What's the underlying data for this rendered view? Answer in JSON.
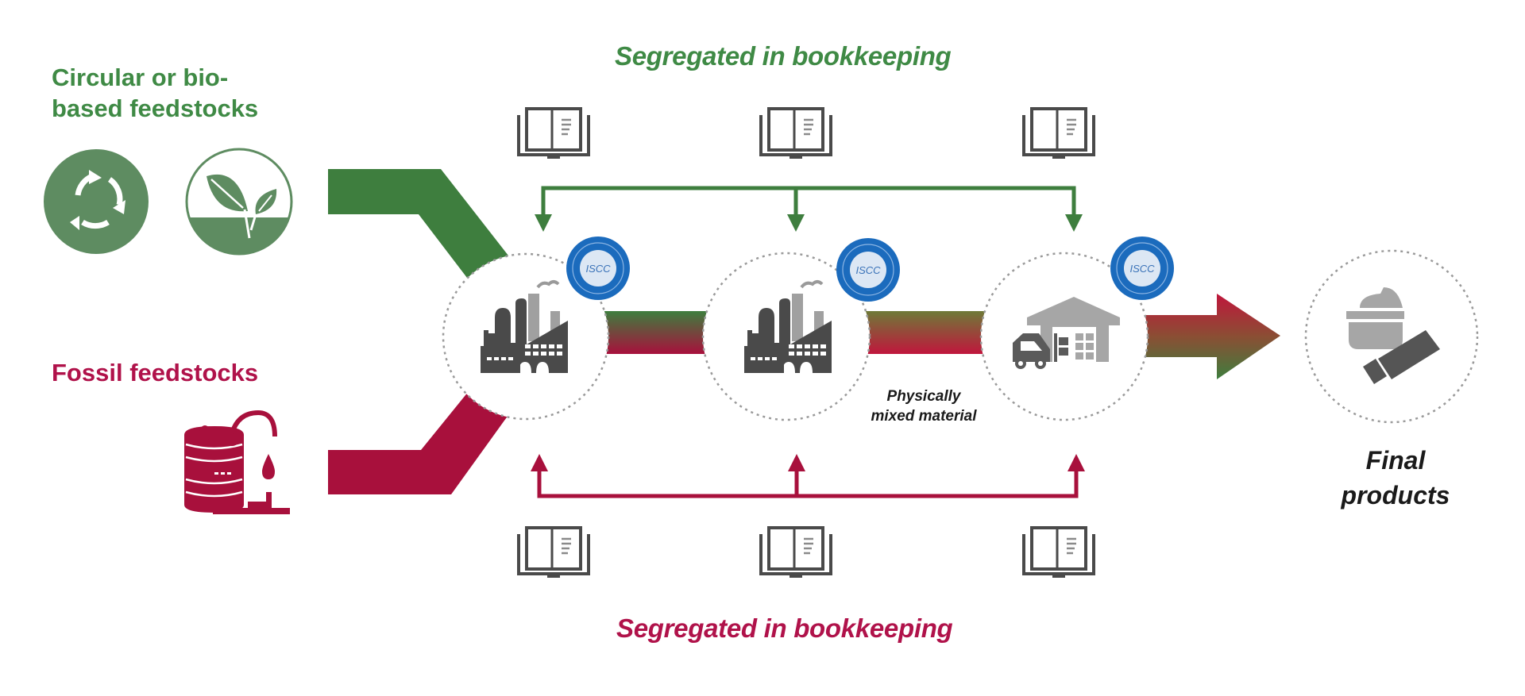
{
  "labels": {
    "circular_feedstocks_line1": "Circular or bio-",
    "circular_feedstocks_line2": "based feedstocks",
    "fossil_feedstocks": "Fossil feedstocks",
    "segregated_top": "Segregated in bookkeeping",
    "segregated_bottom": "Segregated in bookkeeping",
    "mixed_line1": "Physically",
    "mixed_line2": "mixed material",
    "final_line1": "Final",
    "final_line2": "products",
    "badge_text": "ISCC"
  },
  "icons": {
    "feedstock_circular": "recycle-icon",
    "feedstock_bio": "leaf-sprout-icon",
    "feedstock_fossil": "oil-barrel-icon",
    "book": "ledger-book-icon",
    "stages": [
      "factory-icon",
      "factory-icon",
      "warehouse-forklift-icon"
    ],
    "final": "cosmetics-jar-tube-icon",
    "certification": "iscc-badge-icon"
  },
  "stages": [
    {
      "name": "processing-stage-1",
      "icon": "factory",
      "certified": true
    },
    {
      "name": "processing-stage-2",
      "icon": "factory",
      "certified": true
    },
    {
      "name": "distribution-stage",
      "icon": "warehouse",
      "certified": true
    }
  ],
  "bookkeeping": {
    "top_count": 3,
    "bottom_count": 3
  },
  "colors": {
    "green": "#3E7E3E",
    "green_icon": "#5E8C61",
    "red": "#A8103C",
    "badge_blue": "#1B6BBD",
    "badge_inner": "#DCE7F4",
    "icon_dark": "#4A4A4A",
    "icon_light": "#A6A6A6",
    "dotted": "#9A9A9A"
  }
}
